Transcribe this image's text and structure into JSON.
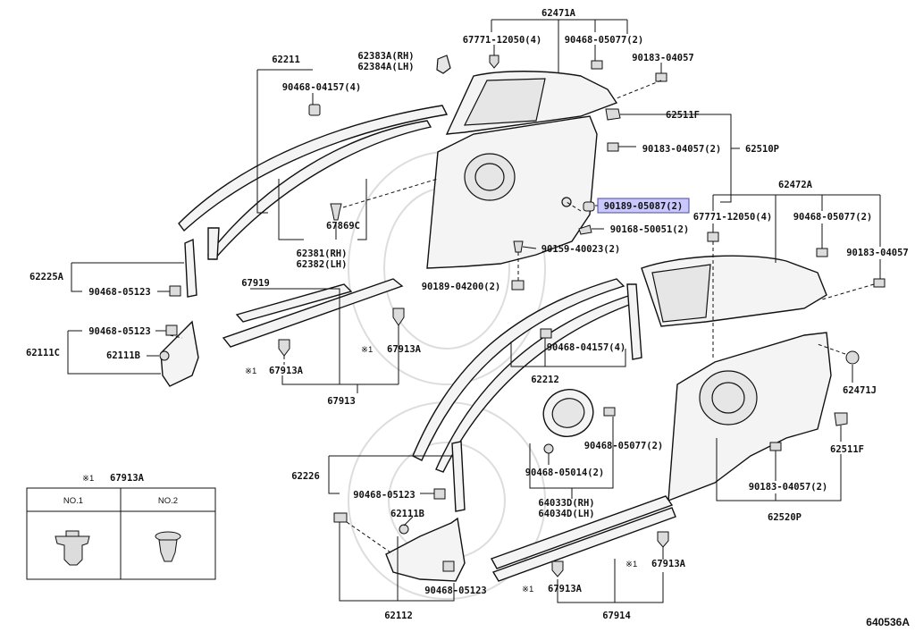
{
  "labels": {
    "p62471A": "62471A",
    "p67771_top": "67771-12050(4)",
    "p90468_05077_top": "90468-05077(2)",
    "p90183_04057_top": "90183-04057",
    "p62383A": "62383A(RH)",
    "p62384A": "62384A(LH)",
    "p62211": "62211",
    "p90468_04157_top": "90468-04157(4)",
    "p62511F_top": "62511F",
    "p90183_04057_2_top": "90183-04057(2)",
    "p62510P": "62510P",
    "p90189_05087": "90189-05087(2)",
    "p90168_50051": "90168-50051(2)",
    "p62472A": "62472A",
    "p67771_right": "67771-12050(4)",
    "p90468_05077_right": "90468-05077(2)",
    "p67869C": "67869C",
    "p62381": "62381(RH)",
    "p62382": "62382(LH)",
    "p90159_40023": "90159-40023(2)",
    "p90183_04057_right": "90183-04057",
    "p62225A": "62225A",
    "p90468_05123_a": "90468-05123",
    "p90189_04200": "90189-04200(2)",
    "p67919": "67919",
    "p90468_05123_b": "90468-05123",
    "p62111C": "62111C",
    "p62111B_a": "62111B",
    "p67913A_mid": "67913A",
    "p67913A_left": "67913A",
    "p67913_left": "67913",
    "p90468_04157_mid": "90468-04157(4)",
    "p62212": "62212",
    "p62471J": "62471J",
    "p90468_05077_mid": "90468-05077(2)",
    "p62511F_right": "62511F",
    "p90468_05014": "90468-05014(2)",
    "p62226": "62226",
    "p90468_05123_c": "90468-05123",
    "p64033D": "64033D(RH)",
    "p64034D": "64034D(LH)",
    "p90183_04057_bottom": "90183-04057(2)",
    "p62520P": "62520P",
    "p62111B_b": "62111B",
    "p67913A_br": "67913A",
    "p67913A_bl": "67913A",
    "p90468_05123_d": "90468-05123",
    "p62112": "62112",
    "p67914": "67914",
    "code": "640536A"
  },
  "marks": {
    "ref": "※1",
    "ref_mid": "※1",
    "ref_left": "※1",
    "ref_br": "※1",
    "ref_bl": "※1",
    "ref_legend": "※1"
  },
  "legend": {
    "title": "67913A",
    "col1": "NO.1",
    "col2": "NO.2"
  }
}
